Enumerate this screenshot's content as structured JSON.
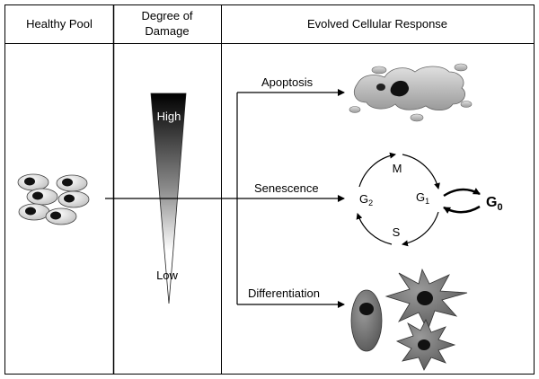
{
  "headers": {
    "col1": "Healthy Pool",
    "col2_line1": "Degree of",
    "col2_line2": "Damage",
    "col3": "Evolved Cellular Response"
  },
  "damage_scale": {
    "high": "High",
    "low": "Low"
  },
  "responses": {
    "apoptosis": "Apoptosis",
    "senescence": "Senescence",
    "differentiation": "Differentiation"
  },
  "cell_cycle": {
    "g2": "G",
    "g2_sub": "2",
    "m": "M",
    "g1": "G",
    "g1_sub": "1",
    "s": "S",
    "g0": "G",
    "g0_sub": "0"
  },
  "colors": {
    "cell_light": "#ececec",
    "nucleus": "#111111",
    "apoptotic_body": "#c8c8c8",
    "differentiated_cell": "#7a7a7a"
  }
}
